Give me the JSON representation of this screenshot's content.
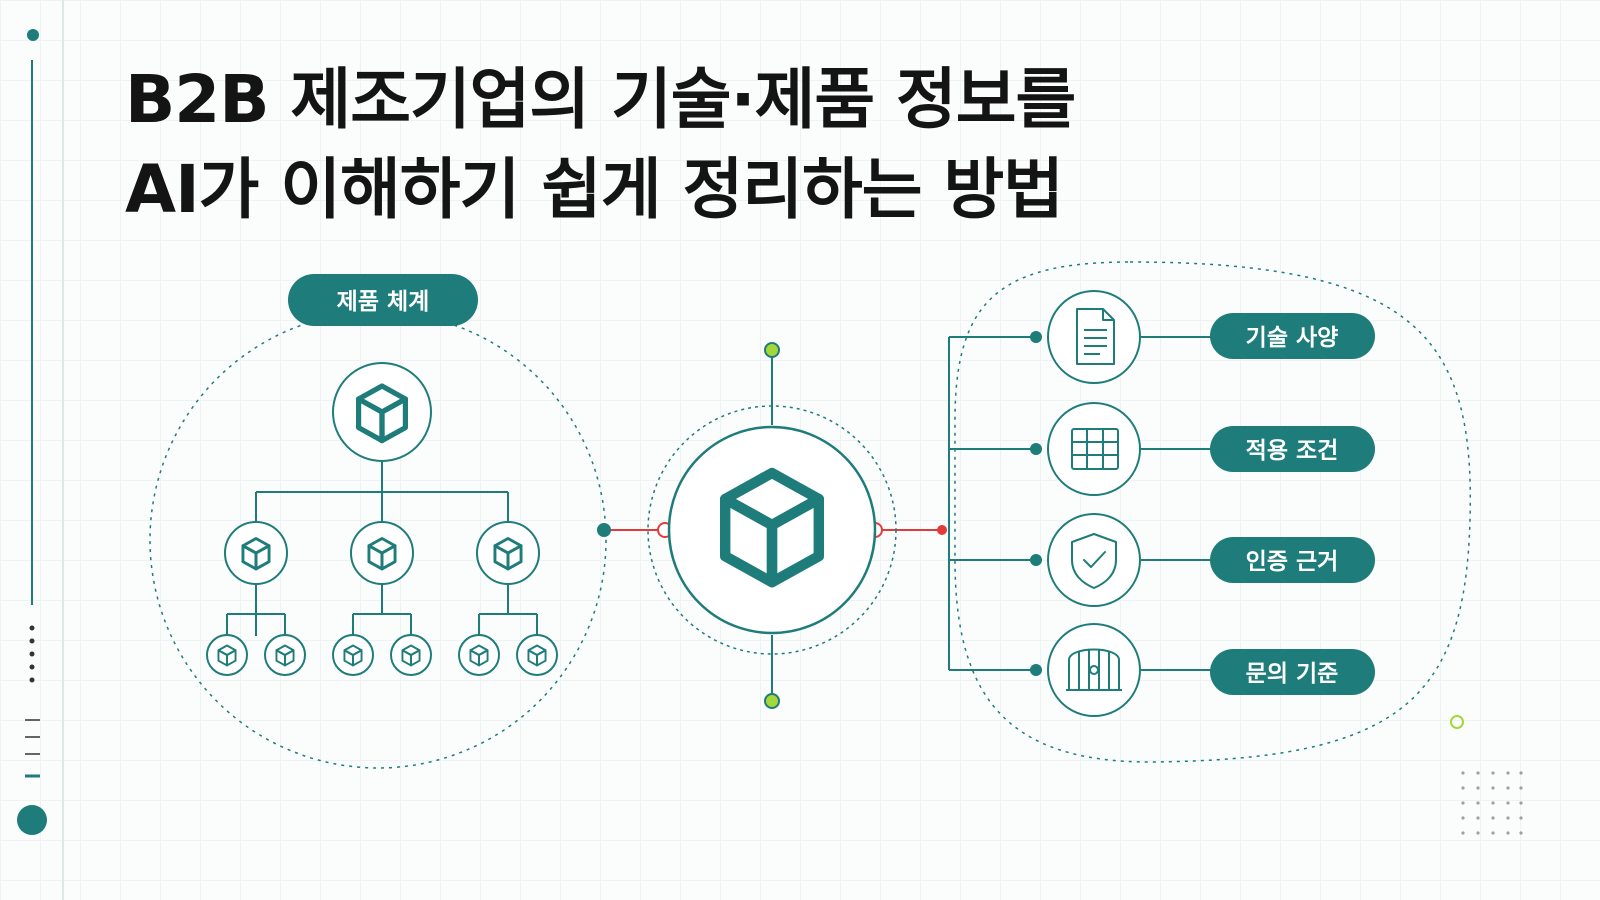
{
  "title": {
    "line1": "B2B 제조기업의 기술·제품 정보를",
    "line2": "AI가 이해하기 쉽게 정리하는 방법"
  },
  "left_group": {
    "label": "제품 체계"
  },
  "right_items": [
    {
      "label": "기술 사양",
      "icon": "document-icon"
    },
    {
      "label": "적용 조건",
      "icon": "table-grid-icon"
    },
    {
      "label": "인증 근거",
      "icon": "shield-check-icon"
    },
    {
      "label": "문의 기준",
      "icon": "gate-icon"
    }
  ],
  "colors": {
    "teal": "#1e7c7a",
    "red_connector": "#e23b3b",
    "lime_node": "#a5d63a",
    "title_text": "#141414"
  }
}
